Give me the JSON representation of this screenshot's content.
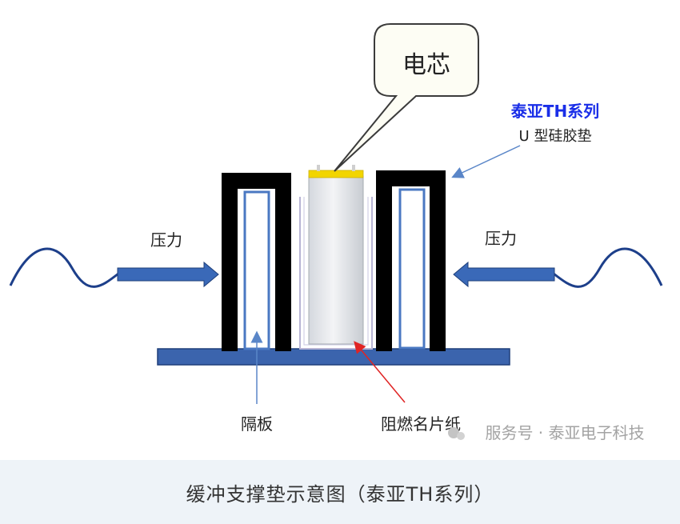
{
  "diagram": {
    "bubble_label": "电芯",
    "series_title": "泰亚TH系列",
    "pad_label": "U 型硅胶垫",
    "pressure_left": "压力",
    "pressure_right": "压力",
    "separator_label": "隔板",
    "paper_label": "阻燃名片纸",
    "watermark": "服务号 · 泰亚电子科技"
  },
  "caption": "缓冲支撑垫示意图（泰亚TH系列）",
  "colors": {
    "black": "#000000",
    "blue_bar": "#3b64ad",
    "blue_title": "#1a2ee8",
    "arrow_blue": "#3a69b8",
    "cell_yellow": "#f2d500",
    "red": "#e02424",
    "caption_bg": "#eef3f8"
  }
}
